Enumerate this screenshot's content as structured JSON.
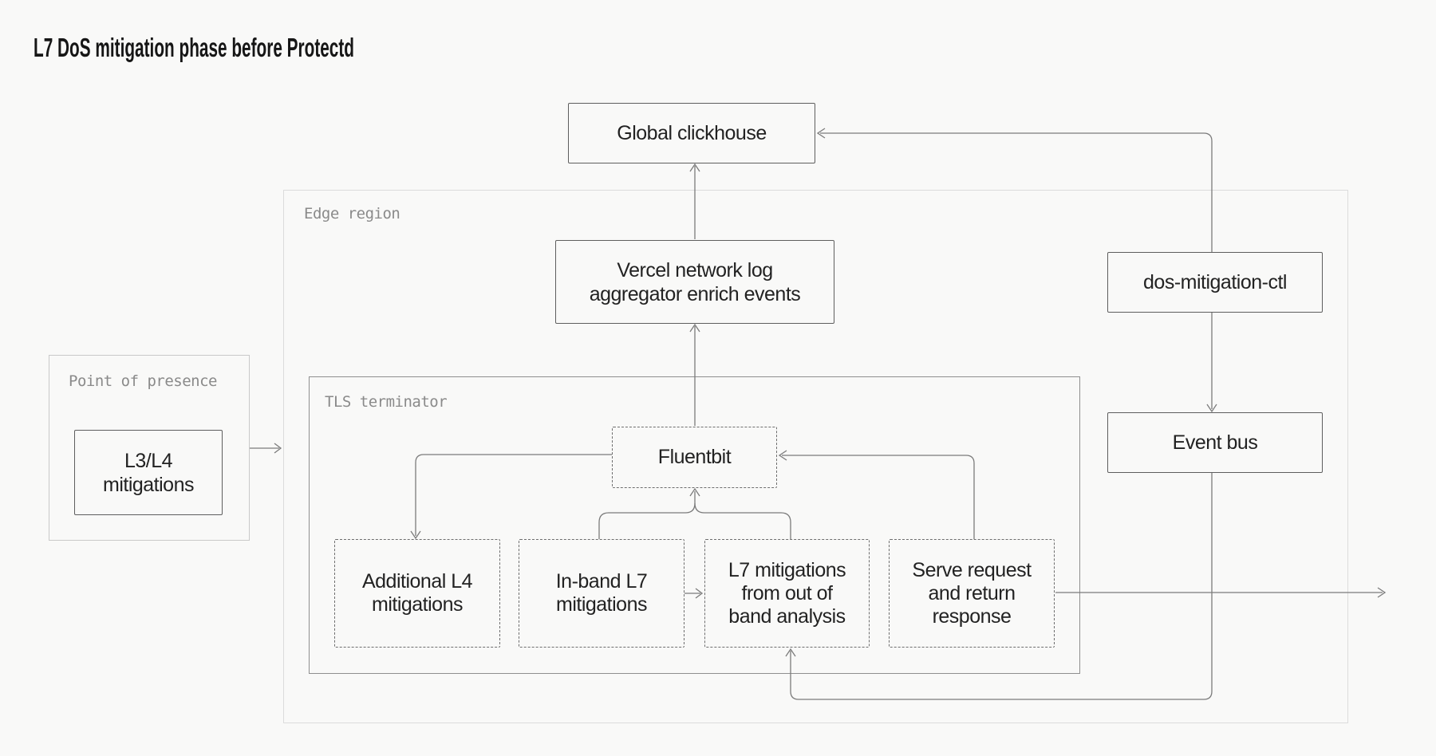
{
  "title": "L7 DoS mitigation phase before Protectd",
  "containers": {
    "edge_region": {
      "label": "Edge region"
    },
    "point_of_presence": {
      "label": "Point of presence"
    },
    "tls_terminator": {
      "label": "TLS terminator"
    }
  },
  "nodes": {
    "global_clickhouse": {
      "lines": [
        "Global clickhouse"
      ]
    },
    "vercel_aggregator": {
      "lines": [
        "Vercel network log",
        "aggregator enrich events"
      ]
    },
    "dos_mitigation_ctl": {
      "lines": [
        "dos-mitigation-ctl"
      ]
    },
    "event_bus": {
      "lines": [
        "Event bus"
      ]
    },
    "l3_l4_mitigations": {
      "lines": [
        "L3/L4",
        "mitigations"
      ]
    },
    "fluentbit": {
      "lines": [
        "Fluentbit"
      ]
    },
    "additional_l4": {
      "lines": [
        "Additional L4",
        "mitigations"
      ]
    },
    "inband_l7": {
      "lines": [
        "In-band L7",
        "mitigations"
      ]
    },
    "l7_out_of_band": {
      "lines": [
        "L7 mitigations",
        "from out of",
        "band analysis"
      ]
    },
    "serve_request": {
      "lines": [
        "Serve request",
        "and return",
        "response"
      ]
    }
  },
  "edges": [
    {
      "from": "L3/L4 mitigations",
      "to": "Edge region"
    },
    {
      "from": "Fluentbit",
      "to": "Vercel network log aggregator enrich events"
    },
    {
      "from": "Vercel network log aggregator enrich events",
      "to": "Global clickhouse"
    },
    {
      "from": "dos-mitigation-ctl",
      "to": "Global clickhouse"
    },
    {
      "from": "dos-mitigation-ctl",
      "to": "Event bus"
    },
    {
      "from": "Event bus",
      "to": "L7 mitigations from out of band analysis"
    },
    {
      "from": "Fluentbit",
      "to": "Additional L4 mitigations"
    },
    {
      "from": "In-band L7 mitigations",
      "to": "Fluentbit"
    },
    {
      "from": "L7 mitigations from out of band analysis",
      "to": "Fluentbit"
    },
    {
      "from": "Serve request and return response",
      "to": "Fluentbit"
    },
    {
      "from": "In-band L7 mitigations",
      "to": "L7 mitigations from out of band analysis"
    },
    {
      "from": "Serve request and return response",
      "to": "outside right"
    }
  ],
  "colors": {
    "background": "#f9f9f8",
    "wire": "#7b7b7b",
    "solid_box_border": "#5e5e5e",
    "dashed_box_border": "#6e6e6e",
    "edge_region_border": "#dcdcdc",
    "pop_region_border": "#c9c9c9",
    "tls_region_border": "#8f8f8f",
    "container_label": "#8a8a8a",
    "title_text": "#161616",
    "node_text": "#222222"
  }
}
